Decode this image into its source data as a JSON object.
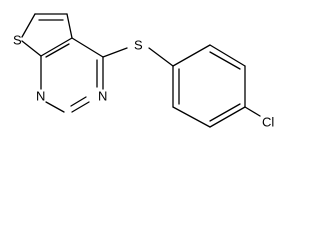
{
  "molecule": {
    "atoms": {
      "thiophene_s": "S",
      "n1": "N",
      "n3": "N",
      "thioether_s": "S",
      "cl": "Cl"
    },
    "colors": {
      "bond": "#000000",
      "label": "#000000",
      "background": "#ffffff"
    }
  }
}
